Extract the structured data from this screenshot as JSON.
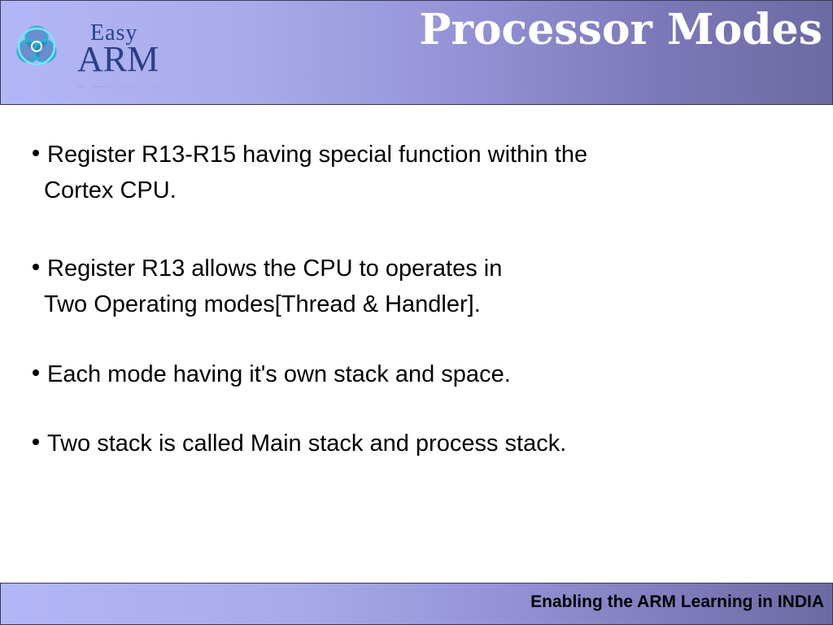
{
  "header": {
    "logo": {
      "top_word": "Easy",
      "main_word": "ARM",
      "icon": "celtic-knot-icon"
    },
    "title": "Processor Modes"
  },
  "bullets": [
    {
      "line1": "Register R13-R15 having special function within the",
      "line2": "Cortex CPU."
    },
    {
      "line1": "Register R13 allows the CPU to operates in",
      "line2": "Two Operating modes[Thread & Handler]."
    },
    {
      "line1": "Each mode having it's own stack and space."
    },
    {
      "line1": "Two stack is called Main stack and process stack."
    }
  ],
  "footer": {
    "text": "Enabling the ARM Learning in INDIA"
  },
  "colors": {
    "band_light": "#b3b6f6",
    "band_dark": "#6c6aa2",
    "logo_teal": "#2bb8d6",
    "logo_blue": "#2a3f86"
  }
}
